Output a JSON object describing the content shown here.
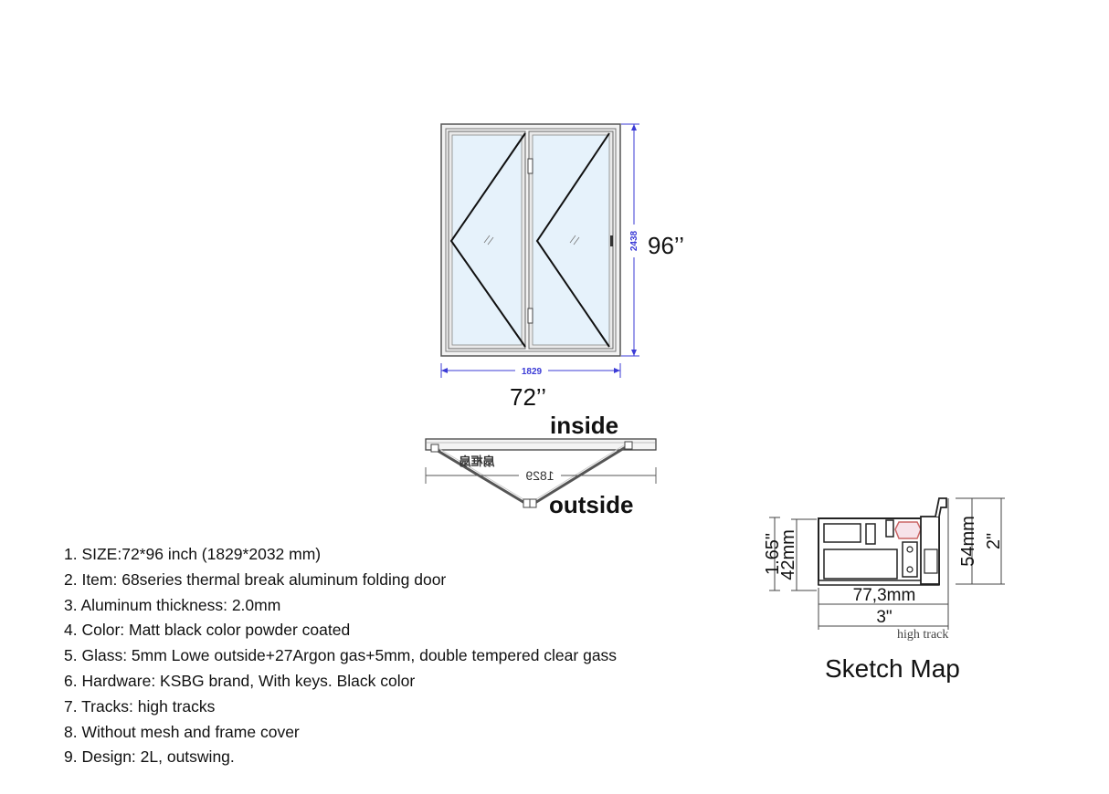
{
  "elevation": {
    "height_mm": "2438",
    "width_mm": "1829",
    "height_in": "96’’",
    "width_in": "72’’"
  },
  "plan": {
    "inside_label": "inside",
    "outside_label": "outside",
    "width_mm": "1829",
    "chinese_label": "扇框扇"
  },
  "specs": [
    "1. SIZE:72*96 inch (1829*2032 mm)",
    "2. Item: 68series thermal break aluminum folding door",
    "3. Aluminum thickness: 2.0mm",
    "4. Color: Matt black color powder coated",
    "5. Glass: 5mm Lowe outside+27Argon gas+5mm, double tempered clear gass",
    "6. Hardware: KSBG brand, With keys. Black color",
    "7. Tracks: high tracks",
    "8. Without mesh and frame cover",
    "9. Design: 2L, outswing."
  ],
  "sketch": {
    "title": "Sketch Map",
    "caption": "high track",
    "dim_165": "1.65\"",
    "dim_42": "42mm",
    "dim_54": "54mm",
    "dim_2": "2\"",
    "dim_773": "77,3mm",
    "dim_3": "3\""
  },
  "colors": {
    "dimension_blue": "#3b3bd6",
    "glass": "#e6f2fb",
    "frame": "#555555"
  }
}
